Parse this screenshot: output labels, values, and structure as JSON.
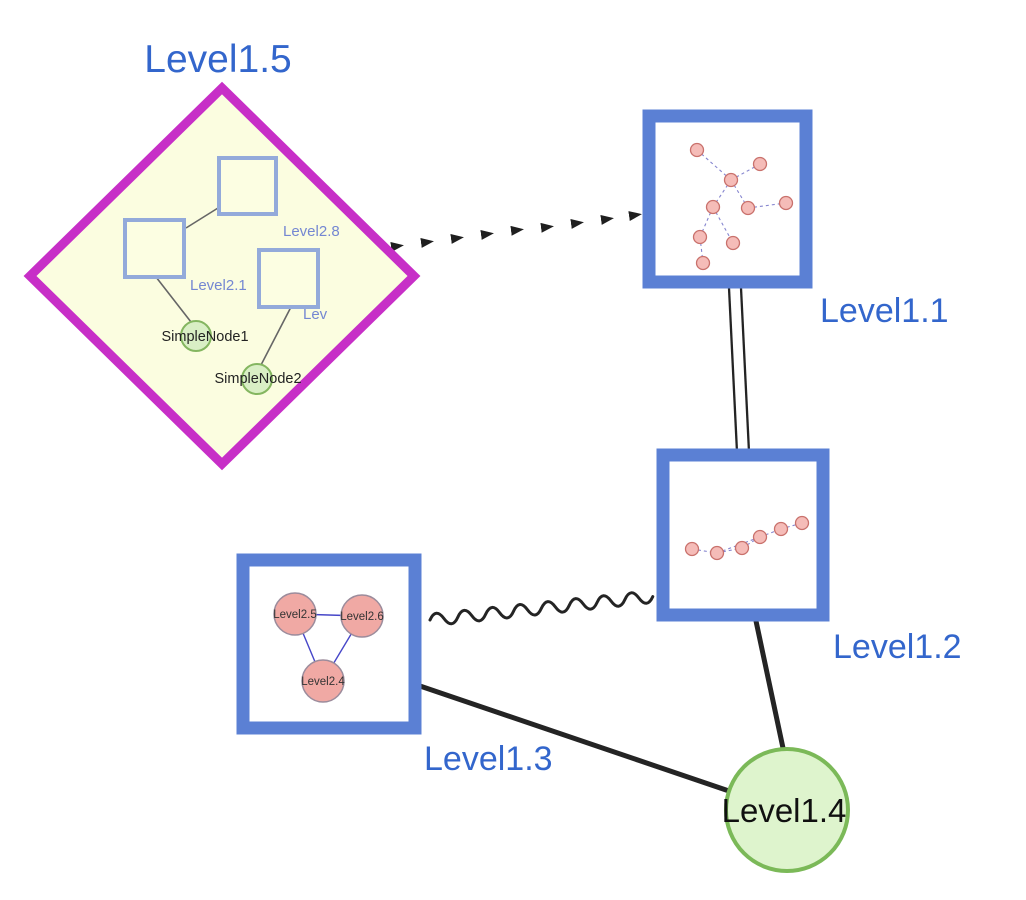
{
  "diagram": {
    "type": "nested-graph",
    "nodes": {
      "level15": {
        "label": "Level1.5",
        "shape": "diamond-group",
        "border": "#c72fc7",
        "fill": "#fbfde0",
        "label_color": "#3366cc"
      },
      "level11": {
        "label": "Level1.1",
        "shape": "square-group",
        "border": "#5b80d4",
        "fill": "#ffffff",
        "label_color": "#3366cc"
      },
      "level12": {
        "label": "Level1.2",
        "shape": "square-group",
        "border": "#5b80d4",
        "fill": "#ffffff",
        "label_color": "#3366cc"
      },
      "level13": {
        "label": "Level1.3",
        "shape": "square-group",
        "border": "#5b80d4",
        "fill": "#ffffff",
        "label_color": "#3366cc"
      },
      "level14": {
        "label": "Level1.4",
        "shape": "circle",
        "border": "#7bb958",
        "fill": "#def4cd",
        "label_color": "#101010"
      }
    },
    "level15_children": {
      "square1": {
        "label": "Level2.8",
        "shape": "square",
        "border": "#93aada"
      },
      "square2": {
        "label": "Level2.1",
        "shape": "square",
        "border": "#93aada"
      },
      "square3": {
        "label": "Lev",
        "shape": "square",
        "border": "#93aada"
      },
      "node1": {
        "label": "SimpleNode1",
        "shape": "circle",
        "fill": "#d9efc5",
        "border": "#84b660"
      },
      "node2": {
        "label": "SimpleNode2",
        "shape": "circle",
        "fill": "#d9efc5",
        "border": "#84b660"
      }
    },
    "level13_children": {
      "node1": {
        "label": "Level2.5",
        "shape": "circle",
        "fill": "#f0a9a4"
      },
      "node2": {
        "label": "Level2.6",
        "shape": "circle",
        "fill": "#f0a9a4"
      },
      "node3": {
        "label": "Level2.4",
        "shape": "circle",
        "fill": "#f0a9a4"
      }
    },
    "edges": [
      {
        "from": "Level1.5",
        "to": "Level1.1",
        "style": "dashed-arrowheads"
      },
      {
        "from": "Level1.1",
        "to": "Level1.2",
        "style": "double-line"
      },
      {
        "from": "Level1.2",
        "to": "Level1.3",
        "style": "wavy"
      },
      {
        "from": "Level1.3",
        "to": "Level1.4",
        "style": "solid"
      },
      {
        "from": "Level1.2",
        "to": "Level1.4",
        "style": "solid"
      }
    ],
    "colors": {
      "label_blue": "#3366cc",
      "group_border_blue": "#5b80d4",
      "diamond_magenta": "#c72fc7",
      "diamond_fill_yellow": "#fbfde0",
      "pink_node": "#f5bcb8",
      "green_node": "#def4cd",
      "edge_black": "#242424",
      "mini_edge_blue": "#8585cf"
    }
  }
}
